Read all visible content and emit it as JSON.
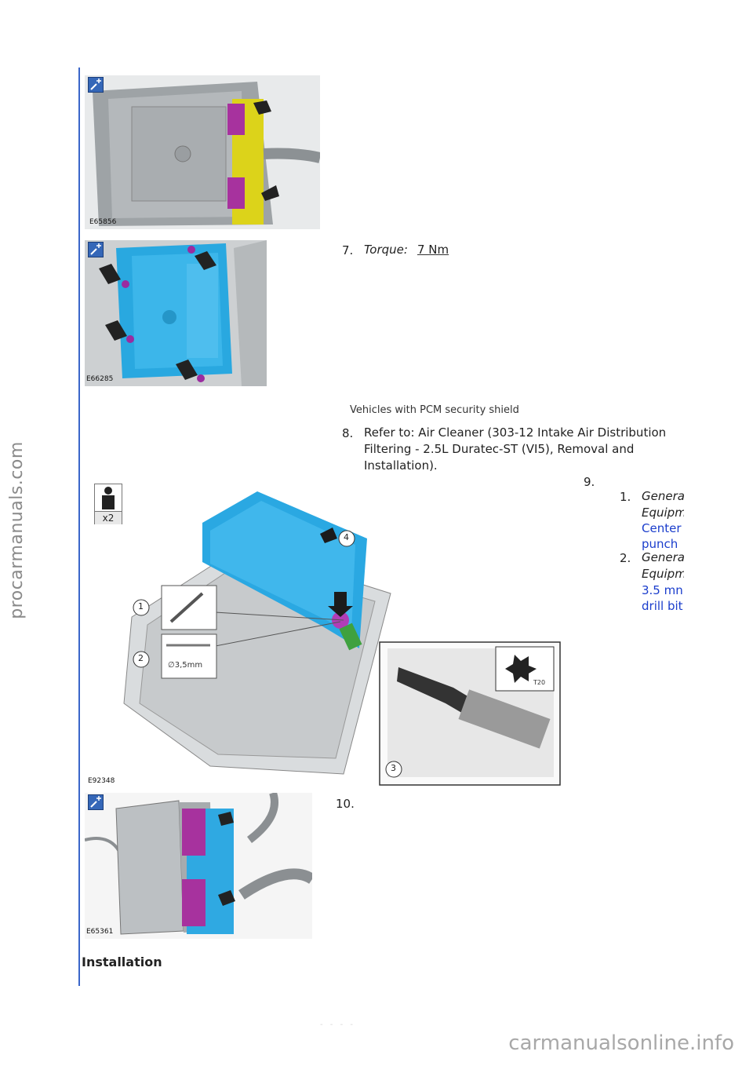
{
  "watermark_side": "procarmanuals.com",
  "watermark_bottom": "carmanualsonline.info",
  "figures": {
    "fig1_id": "E65856",
    "fig2_id": "E66285",
    "fig3_id": "E92348",
    "fig4_id": "E65361",
    "fig3_badge": "x2",
    "fig3_callouts": [
      "1",
      "2",
      "3",
      "4"
    ],
    "fig3_drill_label": "∅3,5mm",
    "fig3_torx_label": "T20"
  },
  "step7": {
    "num": "7.",
    "label": "Torque:",
    "value": "7 Nm"
  },
  "note": "Vehicles with PCM security shield",
  "step8": {
    "num": "8.",
    "line1": "Refer to: Air Cleaner (303-12 Intake Air Distribution",
    "line2": "Filtering - 2.5L Duratec-ST (VI5), Removal and",
    "line3": "Installation)."
  },
  "step9": {
    "num": "9.",
    "items": [
      {
        "num": "1.",
        "label1": "Genera",
        "label2": "Equipm",
        "link1": "Center",
        "link2": "punch"
      },
      {
        "num": "2.",
        "label1": "Genera",
        "label2": "Equipm",
        "link1": "3.5 mn",
        "link2": "drill bit"
      }
    ]
  },
  "step10": {
    "num": "10."
  },
  "heading": "Installation",
  "footer": "- - - -"
}
